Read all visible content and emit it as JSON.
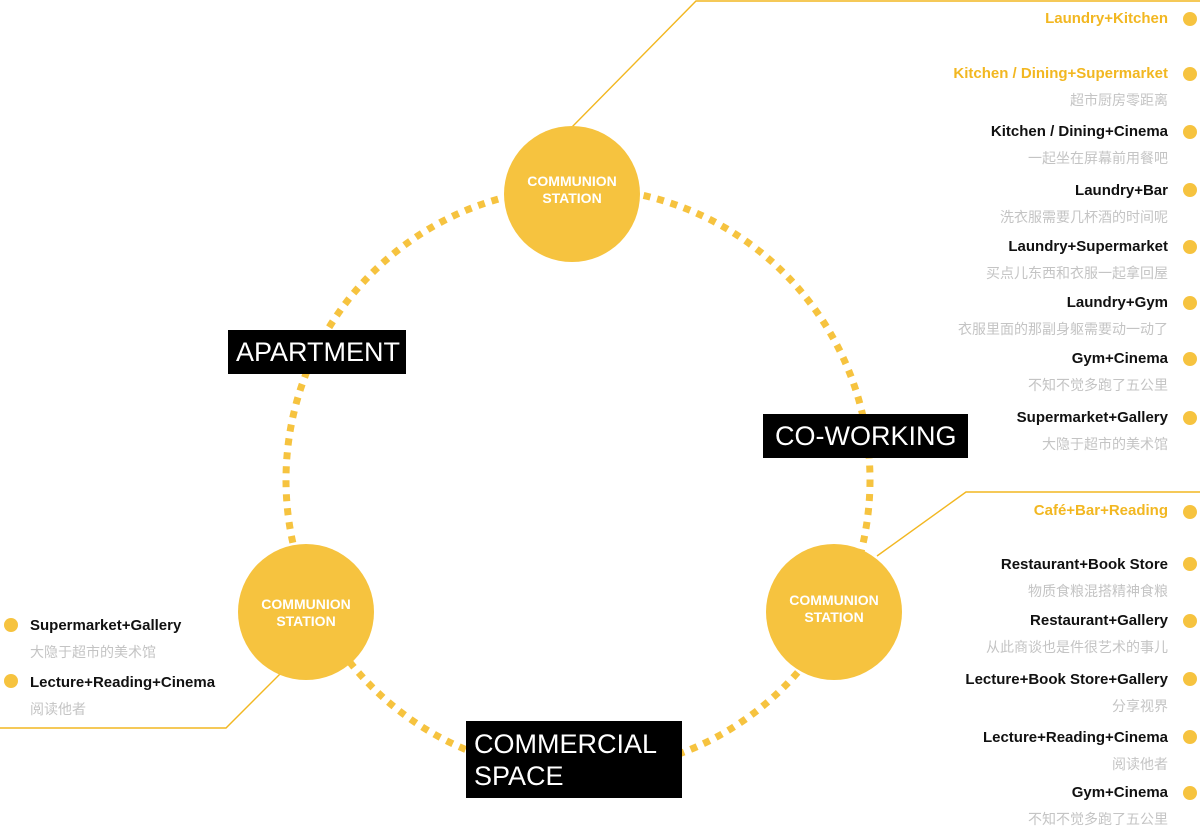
{
  "colors": {
    "accent": "#f2b721",
    "station": "#f6c33f",
    "box": "#000000",
    "muted": "#c4c4c4"
  },
  "stations": [
    {
      "id": "top",
      "line1": "COMMUNION",
      "line2": "STATION"
    },
    {
      "id": "left",
      "line1": "COMMUNION",
      "line2": "STATION"
    },
    {
      "id": "right",
      "line1": "COMMUNION",
      "line2": "STATION"
    }
  ],
  "zones": {
    "apartment": "APARTMENT",
    "coworking": "CO-WORKING",
    "commercial_line1": "COMMERCIAL",
    "commercial_line2": "SPACE"
  },
  "top_group": {
    "header": "Laundry+Kitchen",
    "items": [
      {
        "en": "Kitchen / Dining+Supermarket",
        "cn": "超市厨房零距离",
        "accent": true
      },
      {
        "en": "Kitchen / Dining+Cinema",
        "cn": "一起坐在屏幕前用餐吧"
      },
      {
        "en": "Laundry+Bar",
        "cn": "洗衣服需要几杯酒的时间呢"
      },
      {
        "en": "Laundry+Supermarket",
        "cn": "买点儿东西和衣服一起拿回屋"
      },
      {
        "en": "Laundry+Gym",
        "cn": "衣服里面的那副身躯需要动一动了"
      },
      {
        "en": "Gym+Cinema",
        "cn": "不知不觉多跑了五公里"
      },
      {
        "en": "Supermarket+Gallery",
        "cn": "大隐于超市的美术馆"
      }
    ]
  },
  "right_group": {
    "header": "Café+Bar+Reading",
    "items": [
      {
        "en": "Restaurant+Book Store",
        "cn": "物质食粮混搭精神食粮"
      },
      {
        "en": "Restaurant+Gallery",
        "cn": "从此商谈也是件很艺术的事儿"
      },
      {
        "en": "Lecture+Book Store+Gallery",
        "cn": "分享视界"
      },
      {
        "en": "Lecture+Reading+Cinema",
        "cn": "阅读他者"
      },
      {
        "en": "Gym+Cinema",
        "cn": "不知不觉多跑了五公里"
      }
    ]
  },
  "left_group": {
    "items": [
      {
        "en": "Supermarket+Gallery",
        "cn": "大隐于超市的美术馆"
      },
      {
        "en": "Lecture+Reading+Cinema",
        "cn": "阅读他者"
      }
    ]
  }
}
